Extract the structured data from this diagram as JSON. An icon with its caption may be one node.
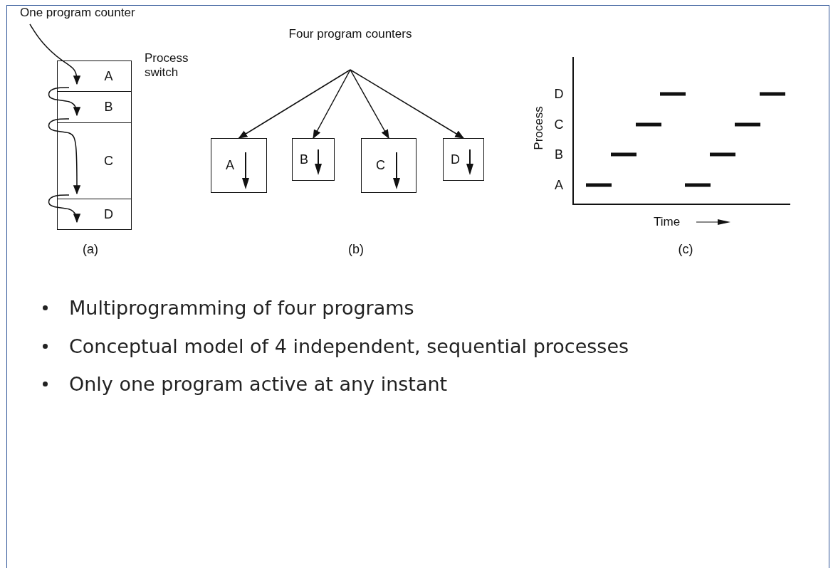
{
  "diagram": {
    "nodes": [
      {
        "text": [
          "One program counter"
        ]
      },
      {
        "text": [
          "A"
        ]
      },
      {
        "text": [
          "B"
        ]
      },
      {
        "text": [
          "C"
        ]
      },
      {
        "text": [
          "D"
        ]
      },
      {
        "text": [
          "Four program counters"
        ]
      },
      {
        "text": [
          "A"
        ]
      },
      {
        "text": [
          "B"
        ]
      },
      {
        "text": [
          "C"
        ]
      },
      {
        "text": [
          "D"
        ]
      }
    ],
    "edges": [
      {
        "from": 0,
        "to": 1,
        "arrow": "to"
      },
      {
        "from": 1,
        "to": 2,
        "arrow": "to"
      },
      {
        "from": 2,
        "to": 3,
        "arrow": "to"
      },
      {
        "from": 3,
        "to": 4,
        "arrow": "to"
      },
      {
        "from": 5,
        "to": 6,
        "arrow": "to"
      },
      {
        "from": 5,
        "to": 7,
        "arrow": "to"
      },
      {
        "from": 5,
        "to": 8,
        "arrow": "to"
      },
      {
        "from": 5,
        "to": 9,
        "arrow": "to"
      }
    ],
    "labels": [
      "Process switch",
      "Process",
      "D",
      "C",
      "B",
      "A",
      "Time",
      "(a)",
      "(b)",
      "(c)",
      "Multiprogramming of four programs",
      "Conceptual model of 4 independent, sequential processes",
      "Only one program active at any instant"
    ]
  }
}
